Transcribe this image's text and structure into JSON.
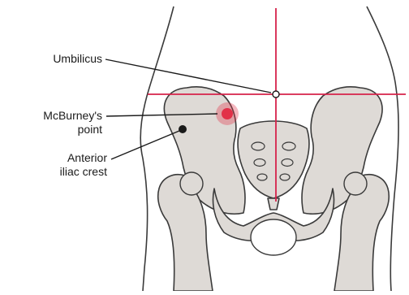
{
  "colors": {
    "bone_fill": "#dedad6",
    "bone_stroke": "#3a3a3a",
    "body_outline": "#3a3a3a",
    "crosshair": "#d6224a",
    "mcburney_point": "#e23048",
    "leader_line": "#1a1a1a",
    "background": "#ffffff"
  },
  "labels": {
    "umbilicus": "Umbilicus",
    "mcburney_line1": "McBurney's",
    "mcburney_line2": "point",
    "iliac_line1": "Anterior",
    "iliac_line2": "iliac crest"
  }
}
